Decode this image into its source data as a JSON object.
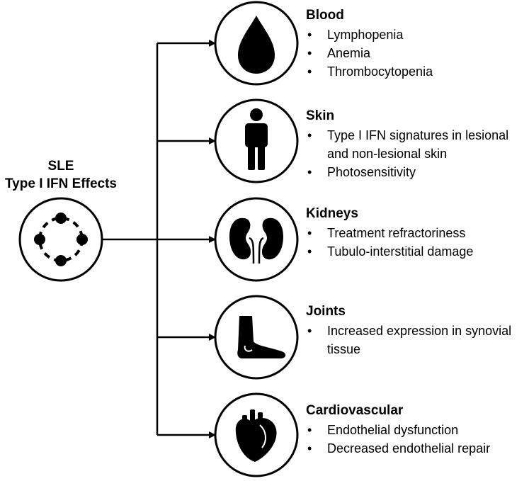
{
  "center": {
    "line1": "SLE",
    "line2": "Type I IFN Effects",
    "icon": "cycle-dots-icon"
  },
  "organs": [
    {
      "title": "Blood",
      "icon": "blood-drop-icon",
      "bullets": [
        "Lymphopenia",
        "Anemia",
        "Thrombocytopenia"
      ]
    },
    {
      "title": "Skin",
      "icon": "person-icon",
      "bullets": [
        "Type I IFN signatures in lesional and non-lesional skin",
        "Photosensitivity"
      ]
    },
    {
      "title": "Kidneys",
      "icon": "kidneys-icon",
      "bullets": [
        "Treatment refractoriness",
        "Tubulo-interstitial damage"
      ]
    },
    {
      "title": "Joints",
      "icon": "foot-icon",
      "bullets": [
        "Increased expression in synovial tissue"
      ]
    },
    {
      "title": "Cardiovascular",
      "icon": "heart-icon",
      "bullets": [
        "Endothelial dysfunction",
        "Decreased endothelial repair"
      ]
    }
  ],
  "colors": {
    "ink": "#000000",
    "background": "#ffffff"
  }
}
